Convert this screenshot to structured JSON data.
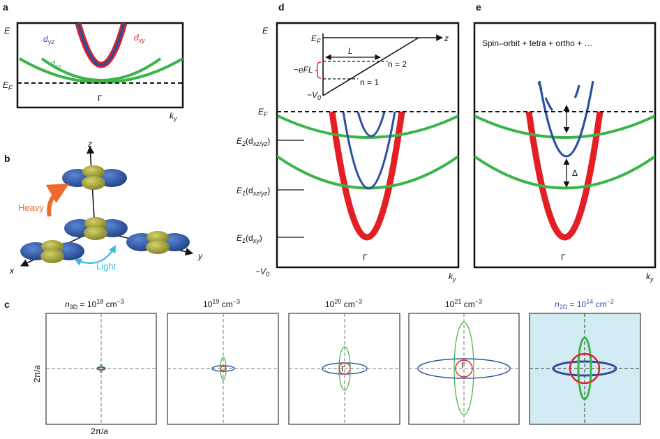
{
  "panel_labels": {
    "a": "a",
    "b": "b",
    "c": "c",
    "d": "d",
    "e": "e"
  },
  "panel_a": {
    "energy_axis": "E",
    "fermi_E": "E",
    "fermi_sub": "F",
    "dyz_d": "d",
    "dyz_sub": "yz",
    "dxy_d": "d",
    "dxy_sub": "xy",
    "dxz_d": "d",
    "dxz_sub": "xz",
    "gamma": "Γ",
    "ky_k": "k",
    "ky_sub": "y"
  },
  "panel_b": {
    "axis_z": "z",
    "axis_y": "y",
    "axis_x": "x",
    "heavy": "Heavy",
    "light": "Light"
  },
  "panel_d": {
    "energy_axis": "E",
    "ef_E": "E",
    "ef_sub": "F",
    "e2_E": "E",
    "e2_sub": "2",
    "e2_paren": "(d",
    "e2_orb": "xz/yz",
    "e2_close": ")",
    "e1_E": "E",
    "e1_sub": "1",
    "e1_paren": "(d",
    "e1_orb": "xz/yz",
    "e1_close": ")",
    "e1xy_E": "E",
    "e1xy_sub": "1",
    "e1xy_paren": "(d",
    "e1xy_orb": "xy",
    "e1xy_close": ")",
    "v0_minus": "−V",
    "v0_sub": "0",
    "gamma": "Γ",
    "ky_k": "k",
    "ky_sub": "y",
    "inset": {
      "ef_E": "E",
      "ef_sub": "F",
      "z": "z",
      "L": "L",
      "eFL": "~eFL",
      "n2": "n = 2",
      "n1": "n = 1",
      "v0_minus": "−V",
      "v0_sub": "0"
    }
  },
  "panel_e": {
    "title": "Spin–orbit + tetra + ortho + …",
    "delta": "Δ",
    "gamma": "Γ",
    "ky_k": "k",
    "ky_sub": "y"
  },
  "panel_c": {
    "ylabel_main": "2π/",
    "ylabel_a": "a",
    "xlabel_main": "2π/",
    "xlabel_a": "a",
    "density_labels": [
      {
        "pre": "n",
        "sub": "3D",
        "eq": " = 10",
        "exp": "18",
        "unit": " cm",
        "uexp": "−3"
      },
      {
        "pre": "",
        "sub": "",
        "eq": "10",
        "exp": "19",
        "unit": " cm",
        "uexp": "−3"
      },
      {
        "pre": "",
        "sub": "",
        "eq": "10",
        "exp": "20",
        "unit": " cm",
        "uexp": "−3"
      },
      {
        "pre": "",
        "sub": "",
        "eq": "10",
        "exp": "21",
        "unit": " cm",
        "uexp": "−3"
      },
      {
        "pre": "n",
        "sub": "2D",
        "eq": " = 10",
        "exp": "14",
        "unit": " cm",
        "uexp": "−2"
      }
    ],
    "gamma": "Γ",
    "n2d_background": "#d3ebf2"
  },
  "colors": {
    "dxy": "#e31e25",
    "dyz": "#2b4fa0",
    "dxz": "#3cb44a",
    "heavy_arrow": "#ec6b2d",
    "light_arrow": "#3bb8e0",
    "orbital_lobe": "#2e5aa8",
    "orbital_center": "#9a9a3a"
  }
}
